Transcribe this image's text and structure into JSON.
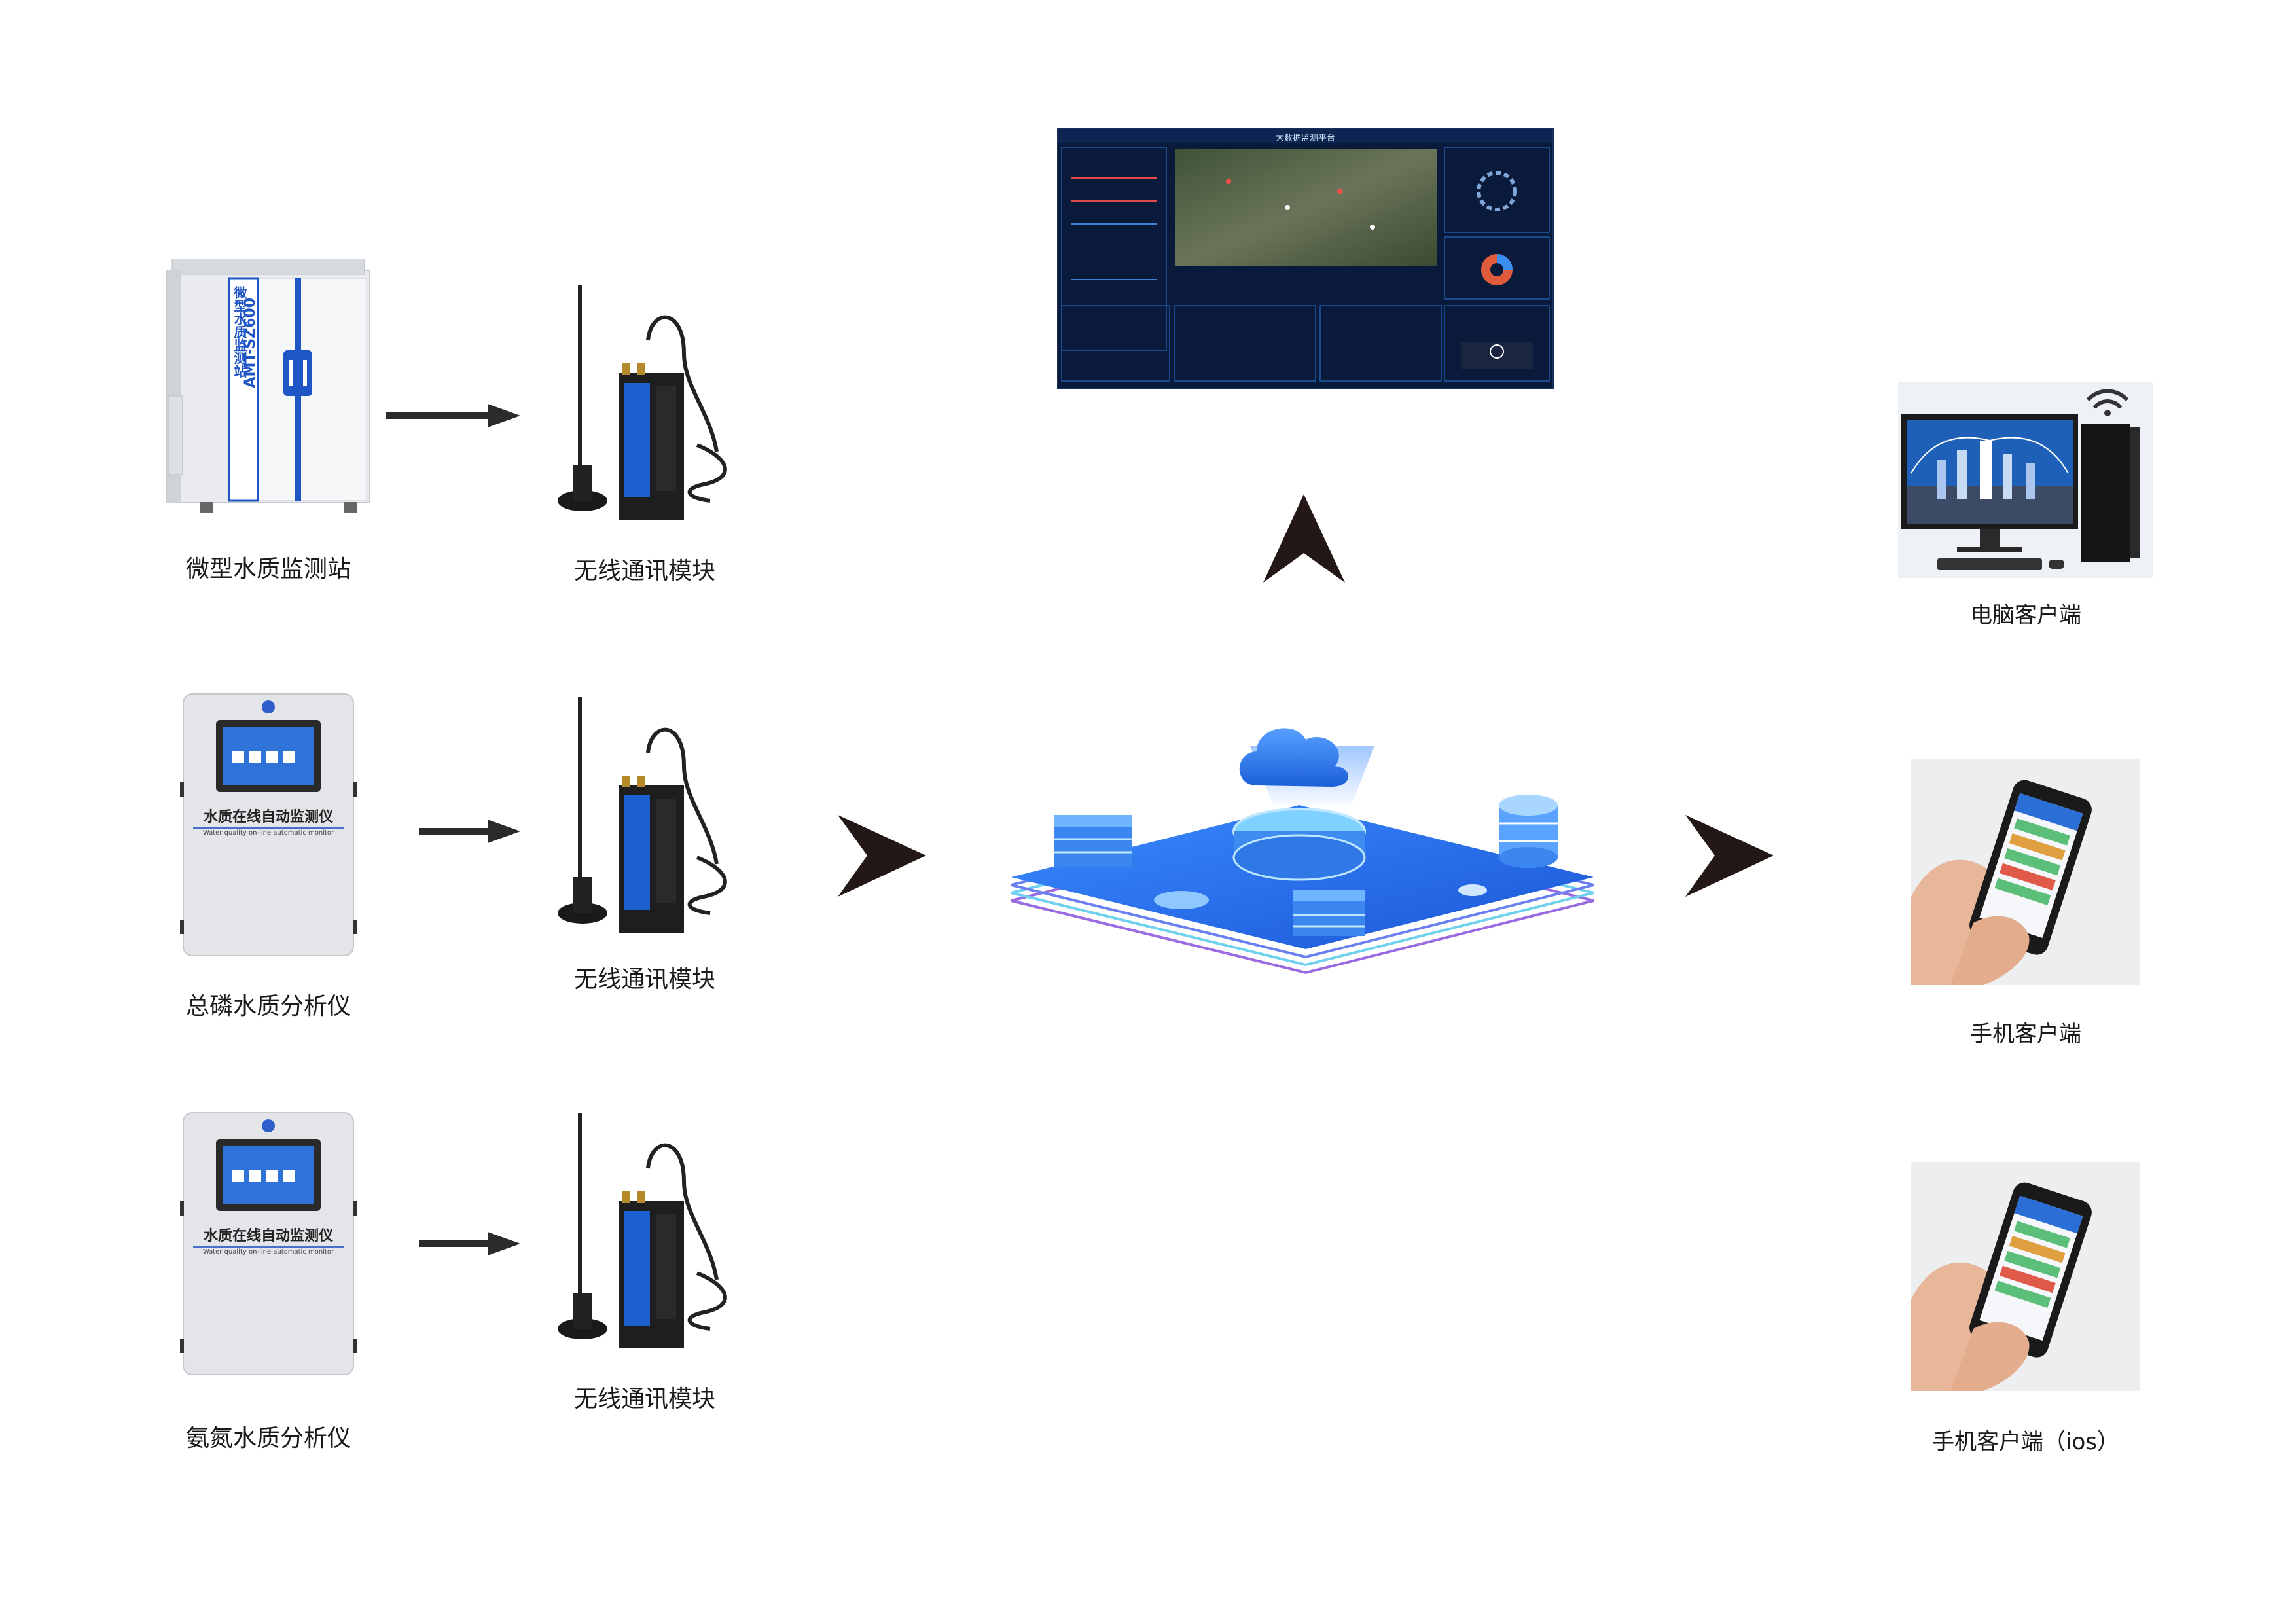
{
  "devices": [
    {
      "label": "微型水质监测站",
      "station_model": "AMT-SZ600",
      "station_name": "微型水质监测站"
    },
    {
      "label": "总磷水质分析仪",
      "panel_cn": "水质在线自动监测仪",
      "panel_en": "Water quality on-line automatic monitor"
    },
    {
      "label": "氨氮水质分析仪",
      "panel_cn": "水质在线自动监测仪",
      "panel_en": "Water quality on-line automatic monitor"
    }
  ],
  "modules": [
    {
      "label": "无线通讯模块"
    },
    {
      "label": "无线通讯模块"
    },
    {
      "label": "无线通讯模块"
    }
  ],
  "dashboard": {
    "title": "大数据监测平台"
  },
  "clients": [
    {
      "label": "电脑客户端"
    },
    {
      "label": "手机客户端"
    },
    {
      "label": "手机客户端（ios）"
    }
  ],
  "colors": {
    "arrow": "#2b2b2b",
    "module_blue": "#1d5fd1",
    "platform_blue": "#2d7df0",
    "cloud_blue": "#2a78e8",
    "dashboard_bg": "#0a1a3a"
  }
}
